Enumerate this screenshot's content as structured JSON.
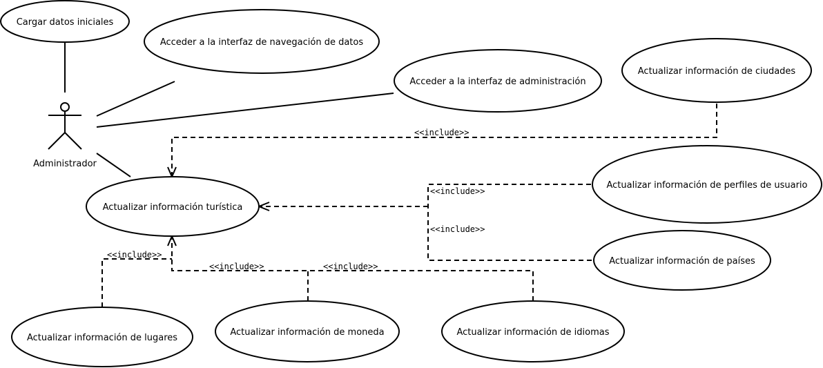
{
  "actor": {
    "name": "Administrador"
  },
  "use_cases": {
    "cargar": "Cargar datos iniciales",
    "navegacion": "Acceder a la interfaz de navegación de datos",
    "administracion": "Acceder a la interfaz de administración",
    "ciudades": "Actualizar información de ciudades",
    "turistica": "Actualizar información turística",
    "perfiles": "Actualizar información de perfiles de usuario",
    "paises": "Actualizar información de países",
    "lugares": "Actualizar información de lugares",
    "moneda": "Actualizar información de moneda",
    "idiomas": "Actualizar información de idiomas"
  },
  "relations": {
    "include_label": "<<include>>"
  }
}
